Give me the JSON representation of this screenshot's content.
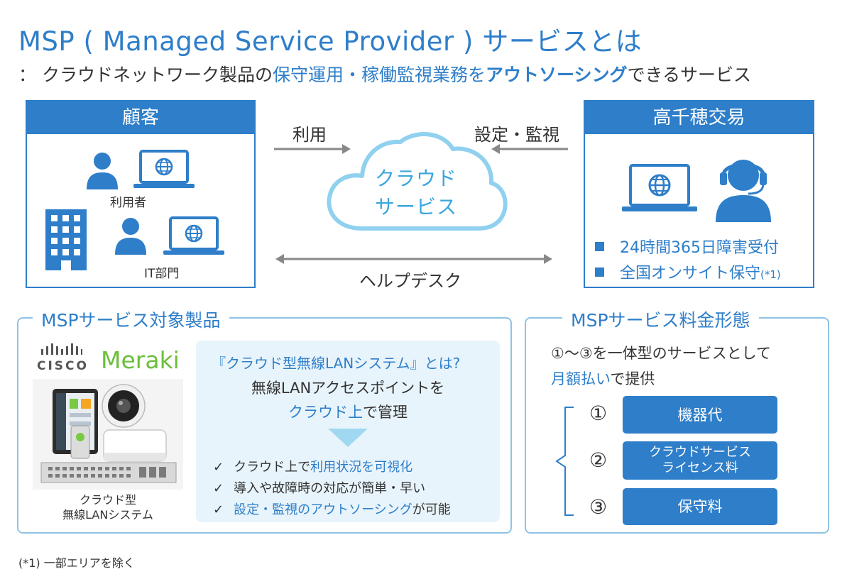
{
  "header": {
    "title": "MSP ( Managed Service Provider ) サービスとは",
    "subtitle_prefix": "：  クラウドネットワーク製品の",
    "subtitle_highlight1": "保守運用・稼働監視業務を",
    "subtitle_highlight2": "アウトソーシング",
    "subtitle_suffix": "できるサービス"
  },
  "customer": {
    "title": "顧客",
    "user_label": "利用者",
    "it_label": "IT部門"
  },
  "middle": {
    "use_label": "利用",
    "config_label": "設定・監視",
    "cloud_line1": "クラウド",
    "cloud_line2": "サービス",
    "helpdesk_label": "ヘルプデスク"
  },
  "provider": {
    "title": "高千穂交易",
    "bullet1": "24時間365日障害受付",
    "bullet2": "全国オンサイト保守",
    "bullet2_note": "(*1)"
  },
  "products": {
    "panel_title": "MSPサービス対象製品",
    "brand_cisco": "CISCO",
    "brand_meraki": "Meraki",
    "product_line1": "クラウド型",
    "product_line2": "無線LANシステム",
    "info_title": "『クラウド型無線LANシステム』とは?",
    "main_line1": "無線LANアクセスポイントを",
    "main_line2_hl": "クラウド上",
    "main_line2_rest": "で管理",
    "check_mark": "✓",
    "check1_a": "クラウド上で",
    "check1_hl": "利用状況を可視化",
    "check2": "導入や故障時の対応が簡単・早い",
    "check3_hl": "設定・監視のアウトソーシング",
    "check3_rest": "が可能"
  },
  "fees": {
    "panel_title": "MSPサービス料金形態",
    "text_line1": "①～③を一体型のサービスとして",
    "text_line2_hl": "月額払い",
    "text_line2_rest": "で提供",
    "items": [
      {
        "num": "①",
        "label": "機器代"
      },
      {
        "num": "②",
        "label_line1": "クラウドサービス",
        "label_line2": "ライセンス料"
      },
      {
        "num": "③",
        "label": "保守料"
      }
    ]
  },
  "footnote": "(*1) 一部エリアを除く",
  "colors": {
    "primary": "#2e7ec9",
    "cloud": "#3aa6dc",
    "panel_border": "#8fc3e4",
    "info_bg": "#e8f4fb",
    "meraki_green": "#6bbf3b"
  }
}
